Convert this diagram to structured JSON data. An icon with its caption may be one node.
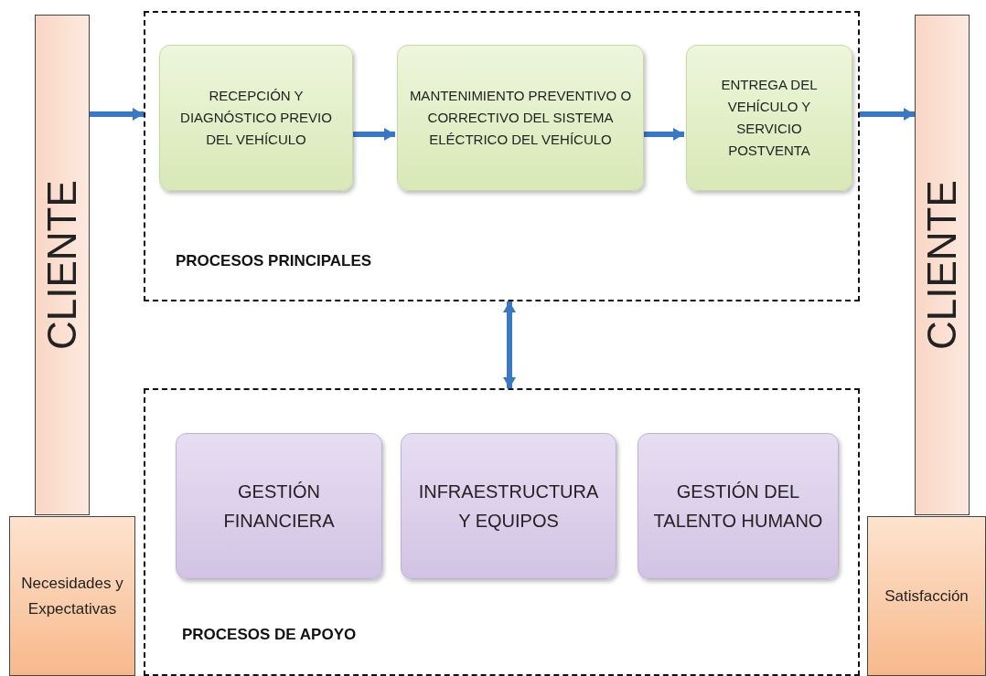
{
  "diagram": {
    "nodes": [
      {
        "text": [
          "CLIENTE"
        ]
      },
      {
        "text": [
          "Necesidades y Expectativas"
        ]
      },
      {
        "text": [
          "PROCESOS PRINCIPALES"
        ]
      },
      {
        "text": [
          "RECEPCIÓN Y DIAGNÓSTICO PREVIO DEL VEHÍCULO"
        ],
        "in": 2
      },
      {
        "text": [
          "MANTENIMIENTO PREVENTIVO O CORRECTIVO DEL SISTEMA ELÉCTRICO DEL VEHÍCULO"
        ],
        "in": 2
      },
      {
        "text": [
          "ENTREGA DEL VEHÍCULO Y SERVICIO POSTVENTA"
        ],
        "in": 2
      },
      {
        "text": [
          "PROCESOS DE APOYO"
        ]
      },
      {
        "text": [
          "GESTIÓN FINANCIERA"
        ],
        "in": 6
      },
      {
        "text": [
          "INFRAESTRUCTURA Y EQUIPOS"
        ],
        "in": 6
      },
      {
        "text": [
          "GESTIÓN DEL TALENTO HUMANO"
        ],
        "in": 6
      },
      {
        "text": [
          "CLIENTE"
        ]
      },
      {
        "text": [
          "Satisfacción"
        ]
      }
    ],
    "edges": [
      {
        "from": 0,
        "to": 2,
        "arrow": "to"
      },
      {
        "from": 3,
        "to": 4,
        "arrow": "to"
      },
      {
        "from": 4,
        "to": 5,
        "arrow": "to"
      },
      {
        "from": 2,
        "to": 10,
        "arrow": "to"
      },
      {
        "from": 2,
        "to": 6,
        "arrow": "both"
      }
    ]
  }
}
